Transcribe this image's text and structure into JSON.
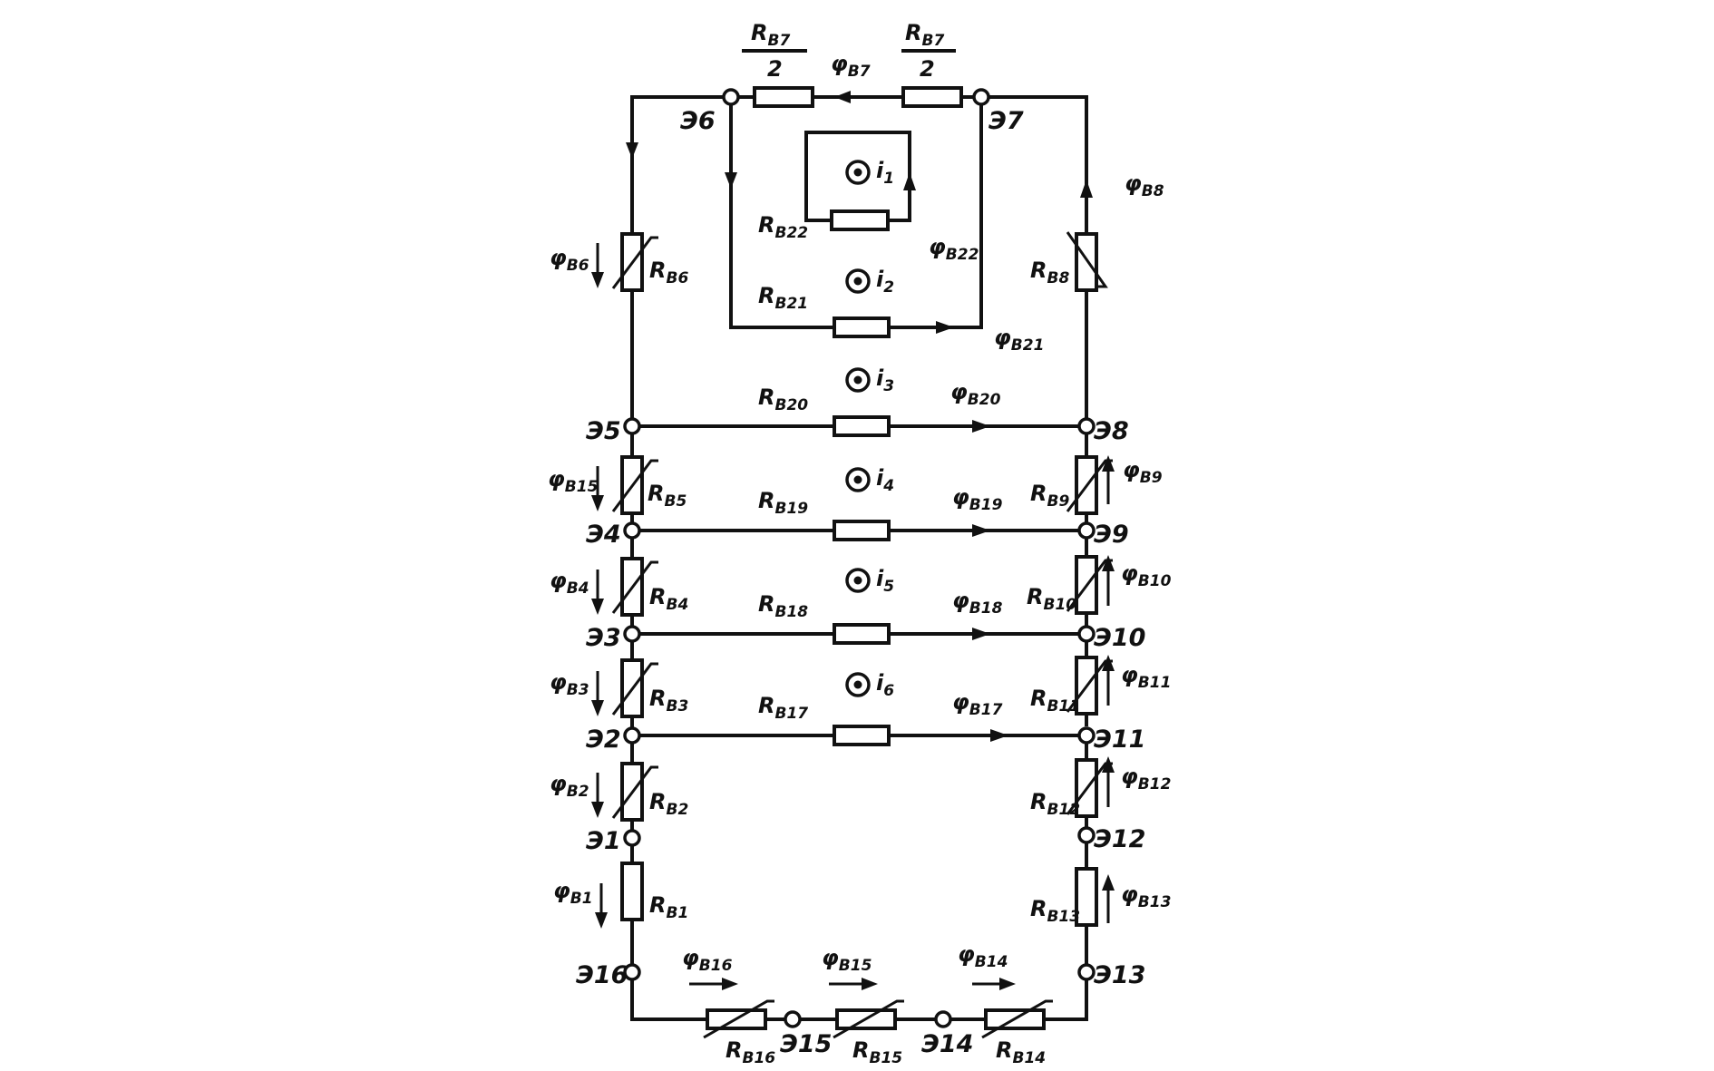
{
  "nodes": {
    "n1": "Э1",
    "n2": "Э2",
    "n3": "Э3",
    "n4": "Э4",
    "n5": "Э5",
    "n6": "Э6",
    "n7": "Э7",
    "n8": "Э8",
    "n9": "Э9",
    "n10": "Э10",
    "n11": "Э11",
    "n12": "Э12",
    "n13": "Э13",
    "n14": "Э14",
    "n15": "Э15",
    "n16": "Э16"
  },
  "symbols": {
    "R": "R",
    "phi": "φ",
    "i": "i",
    "half": "2"
  },
  "resistors": {
    "rb1": "B1",
    "rb2": "B2",
    "rb3": "B3",
    "rb4": "B4",
    "rb5": "B5",
    "rb6": "B6",
    "rb7": "B7",
    "rb8": "B8",
    "rb9": "B9",
    "rb10": "B10",
    "rb11": "B11",
    "rb12": "B12",
    "rb13": "B13",
    "rb14": "B14",
    "rb15": "B15",
    "rb16": "B16",
    "rb17": "B17",
    "rb18": "B18",
    "rb19": "B19",
    "rb20": "B20",
    "rb21": "B21",
    "rb22": "B22"
  },
  "fluxes": {
    "fb1": "B1",
    "fb2": "B2",
    "fb3": "B3",
    "fb4": "B4",
    "fb15": "B15",
    "fb6": "B6",
    "fb7": "B7",
    "fb8": "B8",
    "fb9": "B9",
    "fb10": "B10",
    "fb11": "B11",
    "fb12": "B12",
    "fb13": "B13",
    "fb14": "B14",
    "fb15b": "B15",
    "fb16": "B16",
    "fb17": "B17",
    "fb18": "B18",
    "fb19": "B19",
    "fb20": "B20",
    "fb21": "B21",
    "fb22": "B22"
  },
  "currents": {
    "c1": "1",
    "c2": "2",
    "c3": "3",
    "c4": "4",
    "c5": "5",
    "c6": "6"
  }
}
